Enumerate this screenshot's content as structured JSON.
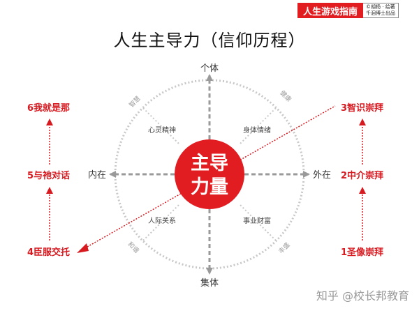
{
  "brand": {
    "name": "人生游戏指南",
    "credit_line1": "©胡杨 · 绘著",
    "credit_line2": "千洄博士出品"
  },
  "title": "人生主导力（信仰历程）",
  "center": {
    "line1": "主导",
    "line2": "力量"
  },
  "axes": {
    "top": "个体",
    "bottom": "集体",
    "left": "内在",
    "right": "外在"
  },
  "quadrants": {
    "top_left": "心灵精神",
    "top_right": "身体情绪",
    "bottom_left": "人际关系",
    "bottom_right": "事业财富"
  },
  "ring_labels": {
    "top_left": "智慧",
    "top_right": "健康",
    "bottom_left": "和谐",
    "bottom_right": "丰盛"
  },
  "left_stages": [
    "6我就是那",
    "5与祂对话",
    "4臣服交托"
  ],
  "right_stages": [
    "3智识崇拜",
    "2中介崇拜",
    "1圣像崇拜"
  ],
  "watermark": "知乎 @校长邦教育",
  "colors": {
    "accent": "#e11d22",
    "axis": "#9a9a9a",
    "ring": "#c8c8c8"
  }
}
